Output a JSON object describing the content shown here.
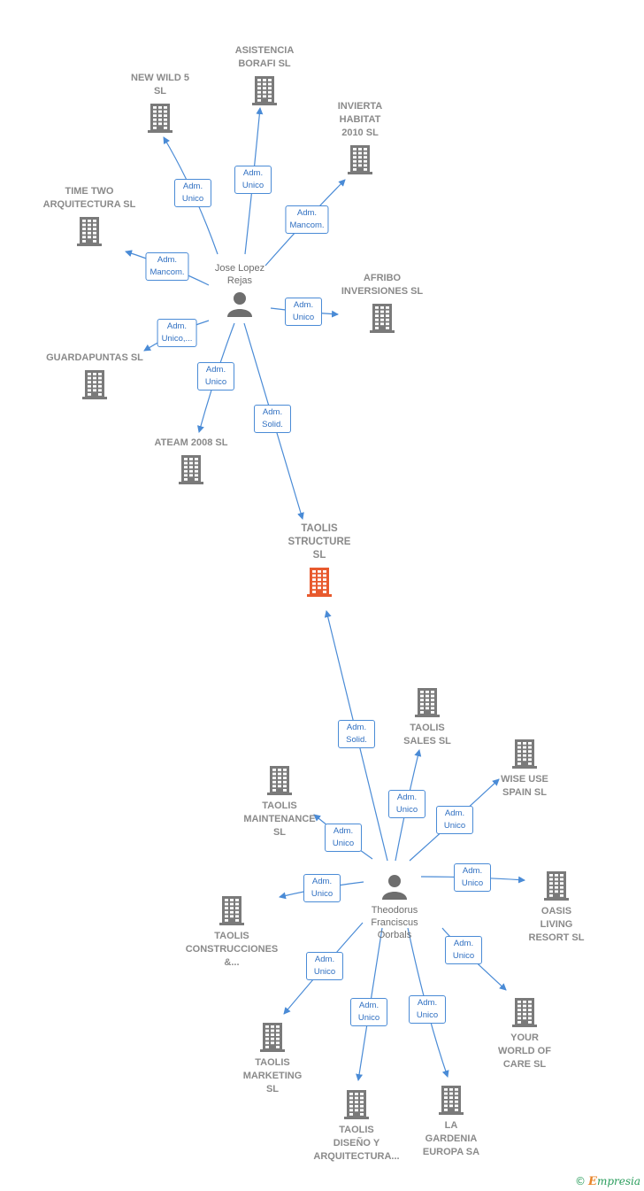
{
  "colors": {
    "building": "#7a7a7a",
    "focus": "#e85a2e",
    "person": "#6e6e6e",
    "edge": "#4a8bd6"
  },
  "people": [
    {
      "id": "p1",
      "name": "Jose Lopez\nRejas"
    },
    {
      "id": "p2",
      "name": "Theodorus\nFranciscus\nOorbals"
    }
  ],
  "companies": [
    {
      "id": "c_asistencia",
      "name": "ASISTENCIA\nBORAFI SL"
    },
    {
      "id": "c_newwild",
      "name": "NEW WILD 5\nSL"
    },
    {
      "id": "c_invierta",
      "name": "INVIERTA\nHABITAT\n2010 SL"
    },
    {
      "id": "c_timetwo",
      "name": "TIME TWO\nARQUITECTURA SL"
    },
    {
      "id": "c_afribo",
      "name": "AFRIBO\nINVERSIONES SL"
    },
    {
      "id": "c_guardapuntas",
      "name": "GUARDAPUNTAS SL"
    },
    {
      "id": "c_ateam",
      "name": "ATEAM 2008 SL"
    },
    {
      "id": "c_taolis_structure",
      "name": "TAOLIS\nSTRUCTURE\nSL",
      "focus": true
    },
    {
      "id": "c_taolis_sales",
      "name": "TAOLIS\nSALES  SL"
    },
    {
      "id": "c_wiseuse",
      "name": "WISE USE\nSPAIN  SL"
    },
    {
      "id": "c_maintenance",
      "name": "TAOLIS\nMAINTENANCE\nSL"
    },
    {
      "id": "c_oasis",
      "name": "OASIS\nLIVING\nRESORT  SL"
    },
    {
      "id": "c_construcciones",
      "name": "TAOLIS\nCONSTRUCCIONES\n&..."
    },
    {
      "id": "c_yourworld",
      "name": "YOUR\nWORLD OF\nCARE SL"
    },
    {
      "id": "c_marketing",
      "name": "TAOLIS\nMARKETING\nSL"
    },
    {
      "id": "c_gardenia",
      "name": "LA\nGARDENIA\nEUROPA SA"
    },
    {
      "id": "c_diseno",
      "name": "TAOLIS\nDISEÑO Y\nARQUITECTURA..."
    }
  ],
  "edges": [
    {
      "from": "p1",
      "to": "c_newwild",
      "label": "Adm.\nUnico"
    },
    {
      "from": "p1",
      "to": "c_asistencia",
      "label": "Adm.\nUnico"
    },
    {
      "from": "p1",
      "to": "c_invierta",
      "label": "Adm.\nMancom."
    },
    {
      "from": "p1",
      "to": "c_timetwo",
      "label": "Adm.\nMancom."
    },
    {
      "from": "p1",
      "to": "c_afribo",
      "label": "Adm.\nUnico"
    },
    {
      "from": "p1",
      "to": "c_guardapuntas",
      "label": "Adm.\nUnico,..."
    },
    {
      "from": "p1",
      "to": "c_ateam",
      "label": "Adm.\nUnico"
    },
    {
      "from": "p1",
      "to": "c_taolis_structure",
      "label": "Adm.\nSolid."
    },
    {
      "from": "p2",
      "to": "c_taolis_structure",
      "label": "Adm.\nSolid."
    },
    {
      "from": "p2",
      "to": "c_taolis_sales",
      "label": "Adm.\nUnico"
    },
    {
      "from": "p2",
      "to": "c_wiseuse",
      "label": "Adm.\nUnico"
    },
    {
      "from": "p2",
      "to": "c_maintenance",
      "label": "Adm.\nUnico"
    },
    {
      "from": "p2",
      "to": "c_oasis",
      "label": "Adm.\nUnico"
    },
    {
      "from": "p2",
      "to": "c_construcciones",
      "label": "Adm.\nUnico"
    },
    {
      "from": "p2",
      "to": "c_yourworld",
      "label": "Adm.\nUnico"
    },
    {
      "from": "p2",
      "to": "c_marketing",
      "label": "Adm.\nUnico"
    },
    {
      "from": "p2",
      "to": "c_diseno",
      "label": "Adm.\nUnico"
    },
    {
      "from": "p2",
      "to": "c_gardenia",
      "label": "Adm.\nUnico"
    }
  ],
  "footer": {
    "copyright": "©",
    "brand_e": "E",
    "brand_rest": "mpresia"
  }
}
